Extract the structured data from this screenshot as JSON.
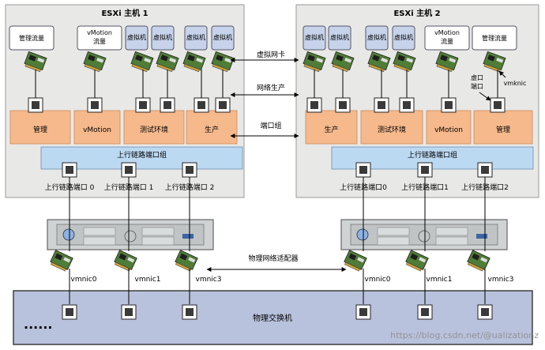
{
  "host1": {
    "title": "ESXi 主机 1",
    "top": [
      {
        "kind": "box",
        "label": "管理流量"
      },
      {
        "kind": "box",
        "label": "vMotion",
        "label2": "流量"
      },
      {
        "kind": "vm",
        "label": "虚拟机"
      },
      {
        "kind": "vm",
        "label": "虚拟机"
      },
      {
        "kind": "vm",
        "label": "虚拟机"
      },
      {
        "kind": "vm",
        "label": "虚拟机"
      }
    ],
    "portgroups": [
      "管理",
      "vMotion",
      "测试环境",
      "生产"
    ],
    "uplink_group": "上行链路端口组",
    "uplink_ports": [
      "上行链路端口 0",
      "上行链路端口 1",
      "上行链路端口 2"
    ],
    "vmnics": [
      "vmnic0",
      "vmnic1",
      "vmnic3"
    ]
  },
  "host2": {
    "title": "ESXi 主机 2",
    "top": [
      {
        "kind": "vm",
        "label": "虚拟机"
      },
      {
        "kind": "vm",
        "label": "虚拟机"
      },
      {
        "kind": "vm",
        "label": "虚拟机"
      },
      {
        "kind": "vm",
        "label": "虚拟机"
      },
      {
        "kind": "box",
        "label": "vMotion",
        "label2": "流量"
      },
      {
        "kind": "box",
        "label": "管理流量"
      }
    ],
    "portgroups": [
      "生产",
      "测试环境",
      "vMotion",
      "管理"
    ],
    "uplink_group": "上行链路端口组",
    "uplink_ports": [
      "上行链路端口0",
      "上行链路端口1",
      "上行链路端口2"
    ],
    "vmnics": [
      "vmnic0",
      "vmnic1",
      "vmnic3"
    ],
    "virtual_port_label": [
      "虚口",
      "端口"
    ],
    "vmknic_label": "vmknic"
  },
  "center_labels": {
    "vnic": "虚拟网卡",
    "network_production": "网络生产",
    "port_group": "端口组",
    "physical_adapter": "物理网络适配器"
  },
  "physical_switch": {
    "label": "物理交换机",
    "dots": "······"
  },
  "watermark": "https://blog.csdn.net/@ualizationz"
}
